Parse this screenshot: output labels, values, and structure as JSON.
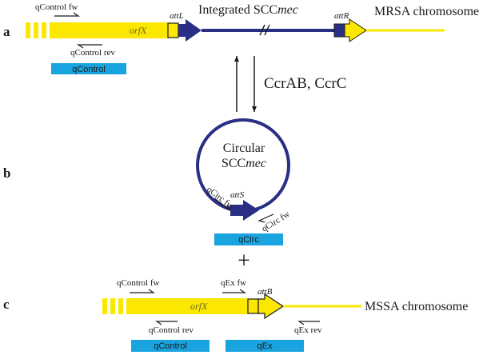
{
  "panels": {
    "a": "a",
    "b": "b",
    "c": "c"
  },
  "panel_a": {
    "integrated_label_prefix": "Integrated SCC",
    "integrated_label_italic": "mec",
    "attL": "attL",
    "attR": "attR",
    "orfX": "orfX",
    "chromosome": "MRSA chromosome",
    "primer_fw": "qControl fw",
    "primer_rev": "qControl rev",
    "amplicon": "qControl"
  },
  "recombinases": "CcrAB, CcrC",
  "panel_b": {
    "circular_line1": "Circular",
    "circular_line2_prefix": "SCC",
    "circular_line2_italic": "mec",
    "attS": "attS",
    "primer_fw_left": "qCirc fw",
    "primer_fw_right": "qCirc fw",
    "amplicon": "qCirc"
  },
  "plus": "+",
  "panel_c": {
    "orfX": "orfX",
    "attB": "attB",
    "chromosome": "MSSA chromosome",
    "primer_control_fw": "qControl fw",
    "primer_control_rev": "qControl rev",
    "primer_ex_fw": "qEx fw",
    "primer_ex_rev": "qEx rev",
    "amplicon_control": "qControl",
    "amplicon_ex": "qEx"
  },
  "colors": {
    "orf_yellow": "#fbe700",
    "scc_navy": "#2a2f86",
    "amplicon_blue": "#1aa4df",
    "black": "#1a1a1a"
  }
}
